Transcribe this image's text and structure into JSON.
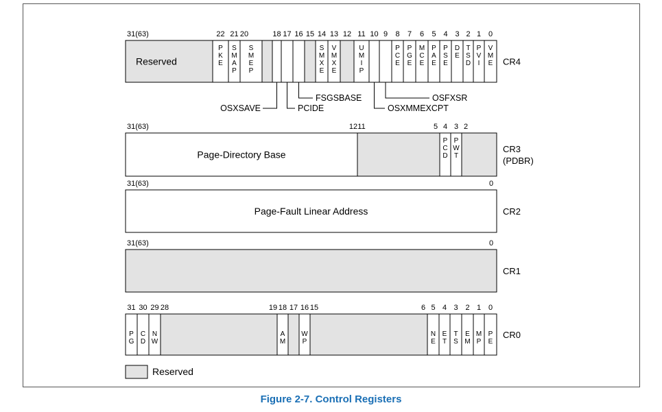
{
  "colors": {
    "reserved_fill": "#e3e3e3",
    "caption": "#1a6fb5",
    "frame": "#555555"
  },
  "figure": {
    "caption": "Figure 2-7.  Control Registers"
  },
  "legend": {
    "label": "Reserved"
  },
  "registers": [
    {
      "id": "cr4",
      "name": [
        "CR4"
      ],
      "bit_labels": [
        {
          "b": 31,
          "t": "31(63)"
        },
        {
          "b": 22,
          "t": "22"
        },
        {
          "b": 21,
          "t": "21"
        },
        {
          "b": 20,
          "t": "20"
        },
        {
          "b": 18,
          "t": "18"
        },
        {
          "b": 17,
          "t": "17"
        },
        {
          "b": 16,
          "t": "16"
        },
        {
          "b": 15,
          "t": "15"
        },
        {
          "b": 14,
          "t": "14"
        },
        {
          "b": 13,
          "t": "13"
        },
        {
          "b": 12,
          "t": "12"
        },
        {
          "b": 11,
          "t": "11"
        },
        {
          "b": 10,
          "t": "10"
        },
        {
          "b": 9,
          "t": "9"
        },
        {
          "b": 8,
          "t": "8"
        },
        {
          "b": 7,
          "t": "7"
        },
        {
          "b": 6,
          "t": "6"
        },
        {
          "b": 5,
          "t": "5"
        },
        {
          "b": 4,
          "t": "4"
        },
        {
          "b": 3,
          "t": "3"
        },
        {
          "b": 2,
          "t": "2"
        },
        {
          "b": 1,
          "t": "1"
        },
        {
          "b": 0,
          "t": "0"
        }
      ],
      "fields": [
        {
          "hi": 31,
          "lo": 23,
          "label": "Reserved",
          "reserved": true
        },
        {
          "hi": 22,
          "lo": 22,
          "v": "PKE"
        },
        {
          "hi": 21,
          "lo": 21,
          "v": "SMAP"
        },
        {
          "hi": 20,
          "lo": 20,
          "v": "SMEP"
        },
        {
          "hi": 19,
          "lo": 19,
          "reserved": true
        },
        {
          "hi": 18,
          "lo": 18,
          "v": ""
        },
        {
          "hi": 17,
          "lo": 17,
          "v": ""
        },
        {
          "hi": 16,
          "lo": 16,
          "v": ""
        },
        {
          "hi": 15,
          "lo": 15,
          "reserved": true
        },
        {
          "hi": 14,
          "lo": 14,
          "v": "SMXE"
        },
        {
          "hi": 13,
          "lo": 13,
          "v": "VMXE"
        },
        {
          "hi": 12,
          "lo": 12,
          "reserved": true
        },
        {
          "hi": 11,
          "lo": 11,
          "v": "UMIP"
        },
        {
          "hi": 10,
          "lo": 10,
          "v": ""
        },
        {
          "hi": 9,
          "lo": 9,
          "v": ""
        },
        {
          "hi": 8,
          "lo": 8,
          "v": "PCE"
        },
        {
          "hi": 7,
          "lo": 7,
          "v": "PGE"
        },
        {
          "hi": 6,
          "lo": 6,
          "v": "MCE"
        },
        {
          "hi": 5,
          "lo": 5,
          "v": "PAE"
        },
        {
          "hi": 4,
          "lo": 4,
          "v": "PSE"
        },
        {
          "hi": 3,
          "lo": 3,
          "v": "DE"
        },
        {
          "hi": 2,
          "lo": 2,
          "v": "TSD"
        },
        {
          "hi": 1,
          "lo": 1,
          "v": "PVI"
        },
        {
          "hi": 0,
          "lo": 0,
          "v": "VME"
        }
      ],
      "callouts": [
        {
          "bit": 18,
          "label": "OSXSAVE",
          "side": "left"
        },
        {
          "bit": 17,
          "label": "PCIDE",
          "side": "right"
        },
        {
          "bit": 16,
          "label": "FSGSBASE",
          "side": "right"
        },
        {
          "bit": 10,
          "label": "OSXMMEXCPT",
          "side": "right"
        },
        {
          "bit": 9,
          "label": "OSFXSR",
          "side": "right"
        }
      ]
    },
    {
      "id": "cr3",
      "name": [
        "CR3",
        "(PDBR)"
      ],
      "bit_labels": [
        {
          "b": 31,
          "t": "31(63)"
        },
        {
          "b": 12,
          "t": "12"
        },
        {
          "b": 11,
          "t": "11"
        },
        {
          "b": 5,
          "t": "5"
        },
        {
          "b": 4,
          "t": "4"
        },
        {
          "b": 3,
          "t": "3"
        },
        {
          "b": 2,
          "t": "2"
        }
      ],
      "fields": [
        {
          "hi": 31,
          "lo": 12,
          "label": "Page-Directory Base"
        },
        {
          "hi": 11,
          "lo": 5,
          "reserved": true
        },
        {
          "hi": 4,
          "lo": 4,
          "v": "PCD"
        },
        {
          "hi": 3,
          "lo": 3,
          "v": "PWT"
        },
        {
          "hi": 2,
          "lo": 0,
          "reserved": true
        }
      ]
    },
    {
      "id": "cr2",
      "name": [
        "CR2"
      ],
      "bit_labels": [
        {
          "b": 31,
          "t": "31(63)"
        },
        {
          "b": 0,
          "t": "0"
        }
      ],
      "fields": [
        {
          "hi": 31,
          "lo": 0,
          "label": "Page-Fault Linear Address"
        }
      ]
    },
    {
      "id": "cr1",
      "name": [
        "CR1"
      ],
      "bit_labels": [
        {
          "b": 31,
          "t": "31(63)"
        },
        {
          "b": 0,
          "t": "0"
        }
      ],
      "fields": [
        {
          "hi": 31,
          "lo": 0,
          "reserved": true
        }
      ]
    },
    {
      "id": "cr0",
      "name": [
        "CR0"
      ],
      "bit_labels": [
        {
          "b": 31,
          "t": "31"
        },
        {
          "b": 30,
          "t": "30"
        },
        {
          "b": 29,
          "t": "29"
        },
        {
          "b": 28,
          "t": "28"
        },
        {
          "b": 19,
          "t": "19"
        },
        {
          "b": 18,
          "t": "18"
        },
        {
          "b": 17,
          "t": "17"
        },
        {
          "b": 16,
          "t": "16"
        },
        {
          "b": 15,
          "t": "15"
        },
        {
          "b": 6,
          "t": "6"
        },
        {
          "b": 5,
          "t": "5"
        },
        {
          "b": 4,
          "t": "4"
        },
        {
          "b": 3,
          "t": "3"
        },
        {
          "b": 2,
          "t": "2"
        },
        {
          "b": 1,
          "t": "1"
        },
        {
          "b": 0,
          "t": "0"
        }
      ],
      "fields": [
        {
          "hi": 31,
          "lo": 31,
          "v": "PG"
        },
        {
          "hi": 30,
          "lo": 30,
          "v": "CD"
        },
        {
          "hi": 29,
          "lo": 29,
          "v": "NW"
        },
        {
          "hi": 28,
          "lo": 19,
          "reserved": true
        },
        {
          "hi": 18,
          "lo": 18,
          "v": "AM"
        },
        {
          "hi": 17,
          "lo": 17,
          "reserved": true
        },
        {
          "hi": 16,
          "lo": 16,
          "v": "WP"
        },
        {
          "hi": 15,
          "lo": 6,
          "reserved": true
        },
        {
          "hi": 5,
          "lo": 5,
          "v": "NE"
        },
        {
          "hi": 4,
          "lo": 4,
          "v": "ET"
        },
        {
          "hi": 3,
          "lo": 3,
          "v": "TS"
        },
        {
          "hi": 2,
          "lo": 2,
          "v": "EM"
        },
        {
          "hi": 1,
          "lo": 1,
          "v": "MP"
        },
        {
          "hi": 0,
          "lo": 0,
          "v": "PE"
        }
      ]
    }
  ]
}
